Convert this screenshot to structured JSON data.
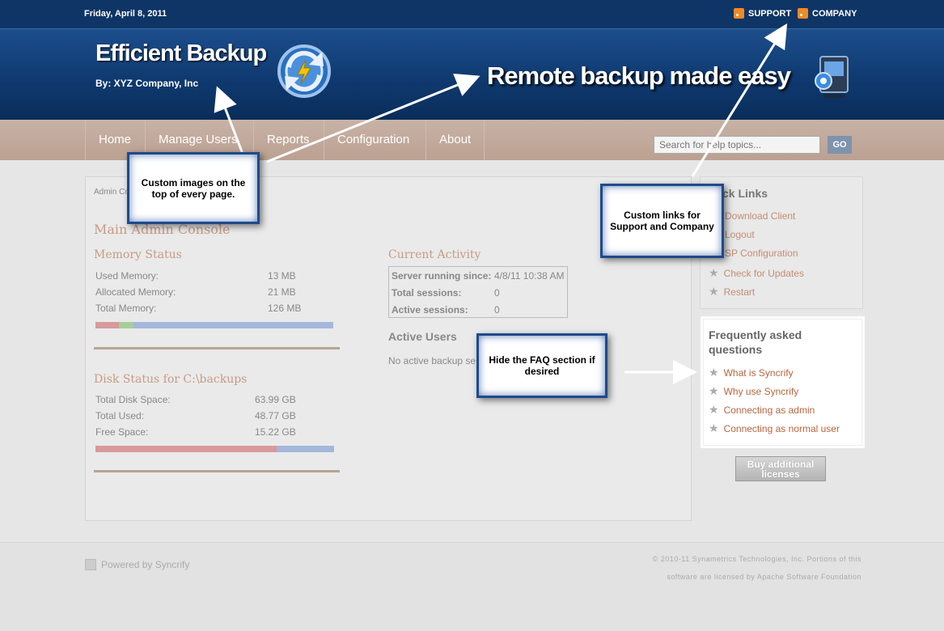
{
  "header": {
    "date": "Friday, April 8, 2011",
    "links": [
      {
        "label": "SUPPORT",
        "icon": "rss-icon"
      },
      {
        "label": "COMPANY",
        "icon": "rss-icon"
      }
    ]
  },
  "banner": {
    "brand": "Efficient Backup",
    "byline": "By:  XYZ Company, Inc",
    "slogan": "Remote backup made easy"
  },
  "nav": {
    "items": [
      "Home",
      "Manage Users",
      "Reports",
      "Configuration",
      "About"
    ],
    "search_placeholder": "Search for help topics...",
    "go_label": "GO"
  },
  "main": {
    "breadcrumb": "Admin Co",
    "title": "Main Admin Console",
    "memory": {
      "title": "Memory Status",
      "rows": [
        {
          "label": "Used Memory:",
          "value": "13 MB"
        },
        {
          "label": "Allocated Memory:",
          "value": "21 MB"
        },
        {
          "label": "Total Memory:",
          "value": "126 MB"
        }
      ]
    },
    "disk": {
      "title": "Disk Status for C:\\backups",
      "rows": [
        {
          "label": "Total Disk Space:",
          "value": "63.99 GB"
        },
        {
          "label": "Total Used:",
          "value": "48.77 GB"
        },
        {
          "label": "Free Space:",
          "value": "15.22 GB"
        }
      ]
    },
    "activity": {
      "title": "Current Activity",
      "rows": [
        {
          "label": "Server running since:",
          "value": "4/8/11 10:38 AM"
        },
        {
          "label": "Total sessions:",
          "value": "0"
        },
        {
          "label": "Active sessions:",
          "value": "0"
        }
      ]
    },
    "active_users": {
      "title": "Active Users",
      "text": "No active backup se"
    }
  },
  "sidebar": {
    "quick_links_title": "ck Links",
    "quick_links": [
      "Download Client",
      "Logout",
      "SP Configuration",
      "Check for Updates",
      "Restart"
    ],
    "faq_title": "Frequently asked questions",
    "faq_links": [
      "What is Syncrify",
      "Why use Syncrify",
      "Connecting as admin",
      "Connecting as normal user"
    ],
    "buy_label": "Buy additional licenses"
  },
  "footer": {
    "powered": "Powered by Syncrify",
    "copyright_line1": "© 2010-11 Synametrics Technologies, Inc. Portions of this",
    "copyright_line2": "software are licensed by Apache Software Foundation"
  },
  "callouts": {
    "images": "Custom images on the top of every page.",
    "links": "Custom links for Support and Company",
    "faq": "Hide the FAQ section if desired"
  },
  "colors": {
    "header_blue": "#0e3566",
    "nav_tan": "#bba191",
    "callout_border": "#1e4a8c",
    "link_orange": "#b8663e"
  }
}
